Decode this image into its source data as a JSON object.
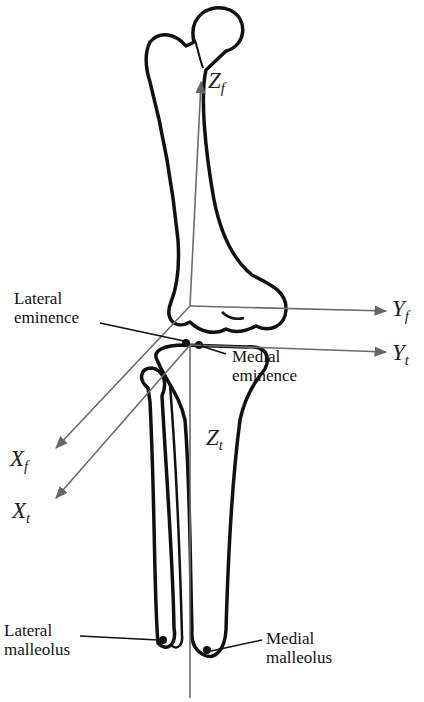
{
  "diagram": {
    "labels": [
      "Zf",
      "Yf",
      "Yt",
      "Xf",
      "Xt",
      "Zt",
      "Lateral eminence",
      "Medial eminence",
      "Lateral malleolus",
      "Medial malleolus"
    ]
  }
}
